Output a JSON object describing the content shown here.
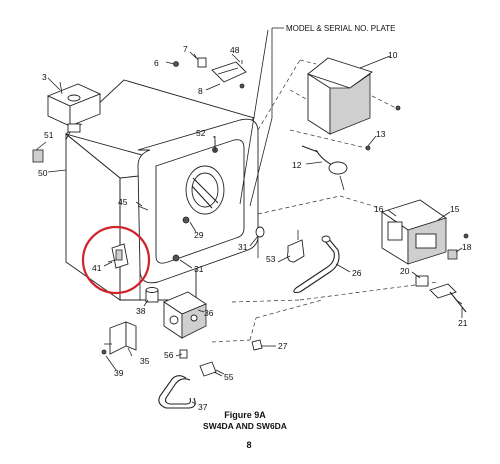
{
  "plate_label": "MODEL & SERIAL NO. PLATE",
  "figure_title": "Figure 9A",
  "figure_subtitle": "SW4DA AND SW6DA",
  "page_number": "8",
  "highlight_color": "#d0232a",
  "callouts": {
    "c3": "3",
    "c6": "6",
    "c7": "7",
    "c8": "8",
    "c10": "10",
    "c12": "12",
    "c13": "13",
    "c15": "15",
    "c16": "16",
    "c18": "18",
    "c20": "20",
    "c21": "21",
    "c26": "26",
    "c27": "27",
    "c29": "29",
    "c31a": "31",
    "c31b": "31",
    "c35": "35",
    "c36": "36",
    "c37": "37",
    "c38": "38",
    "c39": "39",
    "c41": "41",
    "c45": "45",
    "c48": "48",
    "c50": "50",
    "c51": "51",
    "c52": "52",
    "c53": "53",
    "c55": "55",
    "c56": "56"
  }
}
